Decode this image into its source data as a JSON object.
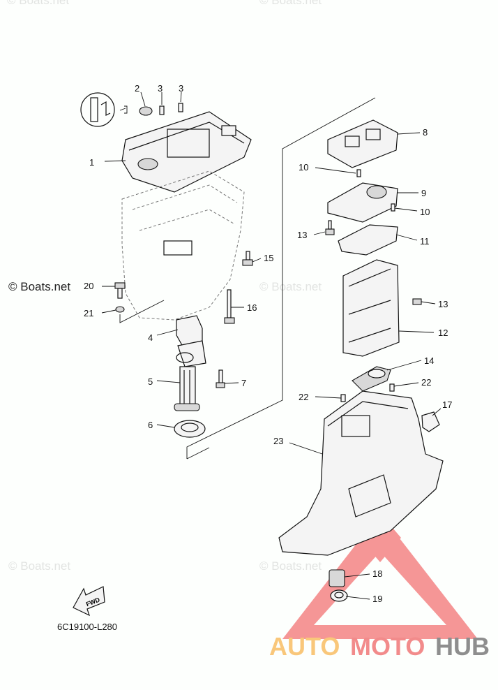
{
  "diagram": {
    "part_code": "6C19100-L280",
    "fwd_label": "FWD",
    "callouts": [
      {
        "label": "1"
      },
      {
        "label": "2"
      },
      {
        "label": "3"
      },
      {
        "label": "3"
      },
      {
        "label": "4"
      },
      {
        "label": "5"
      },
      {
        "label": "6"
      },
      {
        "label": "7"
      },
      {
        "label": "8"
      },
      {
        "label": "9"
      },
      {
        "label": "10"
      },
      {
        "label": "10"
      },
      {
        "label": "11"
      },
      {
        "label": "12"
      },
      {
        "label": "13"
      },
      {
        "label": "13"
      },
      {
        "label": "14"
      },
      {
        "label": "15"
      },
      {
        "label": "16"
      },
      {
        "label": "17"
      },
      {
        "label": "18"
      },
      {
        "label": "19"
      },
      {
        "label": "20"
      },
      {
        "label": "21"
      },
      {
        "label": "22"
      },
      {
        "label": "22"
      },
      {
        "label": "23"
      }
    ]
  },
  "watermarks": {
    "copyright": "© Boats.net"
  },
  "logo": {
    "part1": "AUTO",
    "part2": "MOTO",
    "part3": "HUB",
    "colors": {
      "auto": "#f9c77a",
      "moto": "#f28b8b",
      "hub": "#8e8e8e",
      "triangle": "#f26b6b"
    }
  }
}
